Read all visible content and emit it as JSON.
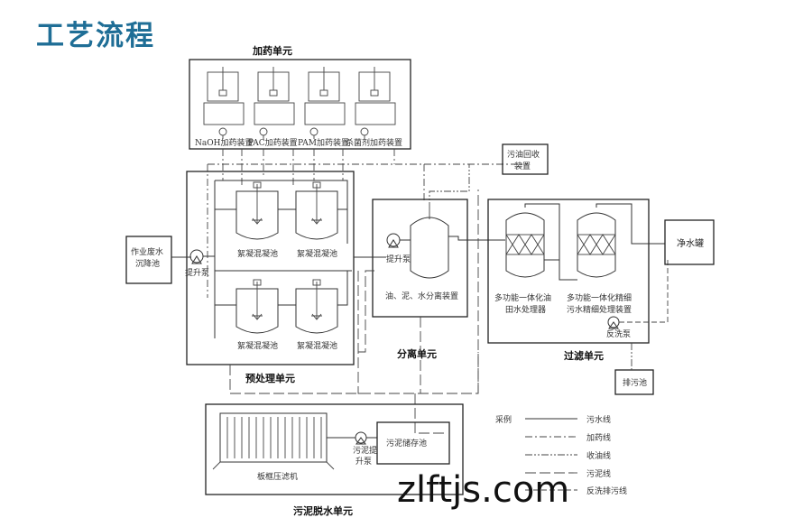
{
  "title": "工艺流程",
  "units": {
    "dosing": "加药单元",
    "pretreatment": "预处理单元",
    "separation": "分离单元",
    "filtration": "过滤单元",
    "dewatering": "污泥脱水单元"
  },
  "dosing_devices": [
    "NaOH加药装置",
    "PAC加药装置",
    "PAM加药装置",
    "杀菌剂加药装置"
  ],
  "tanks": [
    "絮凝混凝池",
    "絮凝混凝池",
    "絮凝混凝池",
    "絮凝混凝池"
  ],
  "labels": {
    "source": [
      "作业废水",
      "沉降池"
    ],
    "pump_lift_1": "提升泵",
    "pump_lift_2": "提升泵",
    "oil_recovery": [
      "污油回收",
      "装置"
    ],
    "separator": "油、泥、水分离装置",
    "filter_1": [
      "多功能一体化油",
      "田水处理器"
    ],
    "filter_2": [
      "多功能一体化精细",
      "污水精细处理装置"
    ],
    "backwash_pump": "反洗泵",
    "clean_tank": "净水罐",
    "discharge": "排污池",
    "sludge_pump": [
      "污泥提",
      "升泵"
    ],
    "sludge_tank": "污泥储存池",
    "filter_press": "板框压滤机"
  },
  "legend": {
    "title": "采例",
    "items": [
      "污水线",
      "加药线",
      "收油线",
      "污泥线",
      "反洗排污线"
    ]
  },
  "watermark": "zlftjs.com",
  "colors": {
    "title": "#1f6e96"
  }
}
